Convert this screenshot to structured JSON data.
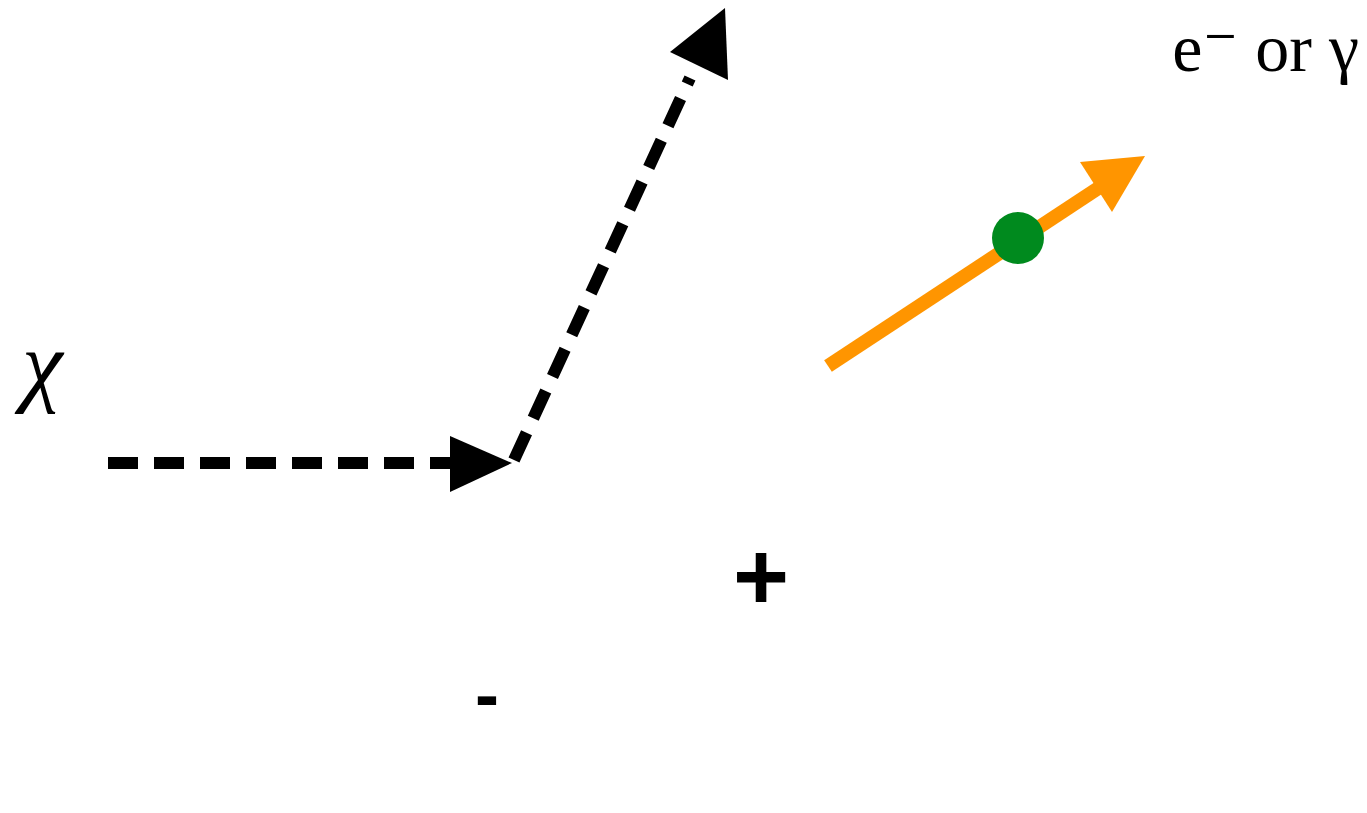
{
  "diagram": {
    "nodes": [
      {
        "text": [
          "-"
        ]
      },
      {
        "text": [
          "+"
        ],
        "in": 0
      }
    ],
    "labels": [
      "χ",
      "e⁻ or γ"
    ]
  }
}
